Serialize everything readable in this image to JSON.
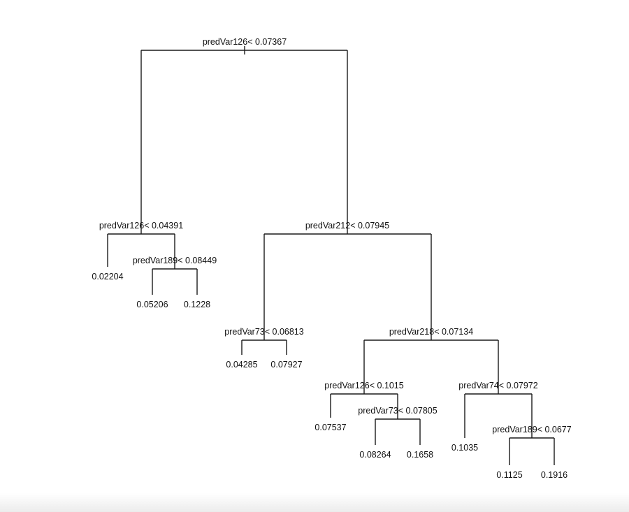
{
  "tree": {
    "split": "predVar126< 0.07367",
    "left": {
      "split": "predVar126< 0.04391",
      "left": {
        "leaf": "0.02204"
      },
      "right": {
        "split": "predVar189< 0.08449",
        "left": {
          "leaf": "0.05206"
        },
        "right": {
          "leaf": "0.1228"
        }
      }
    },
    "right": {
      "split": "predVar212< 0.07945",
      "left": {
        "split": "predVar73< 0.06813",
        "left": {
          "leaf": "0.04285"
        },
        "right": {
          "leaf": "0.07927"
        }
      },
      "right": {
        "split": "predVar218< 0.07134",
        "left": {
          "split": "predVar126< 0.1015",
          "left": {
            "leaf": "0.07537"
          },
          "right": {
            "split": "predVar73< 0.07805",
            "left": {
              "leaf": "0.08264"
            },
            "right": {
              "leaf": "0.1658"
            }
          }
        },
        "right": {
          "split": "predVar74< 0.07972",
          "left": {
            "leaf": "0.1035"
          },
          "right": {
            "split": "predVar189< 0.0677",
            "left": {
              "leaf": "0.1125"
            },
            "right": {
              "leaf": "0.1916"
            }
          }
        }
      }
    }
  }
}
